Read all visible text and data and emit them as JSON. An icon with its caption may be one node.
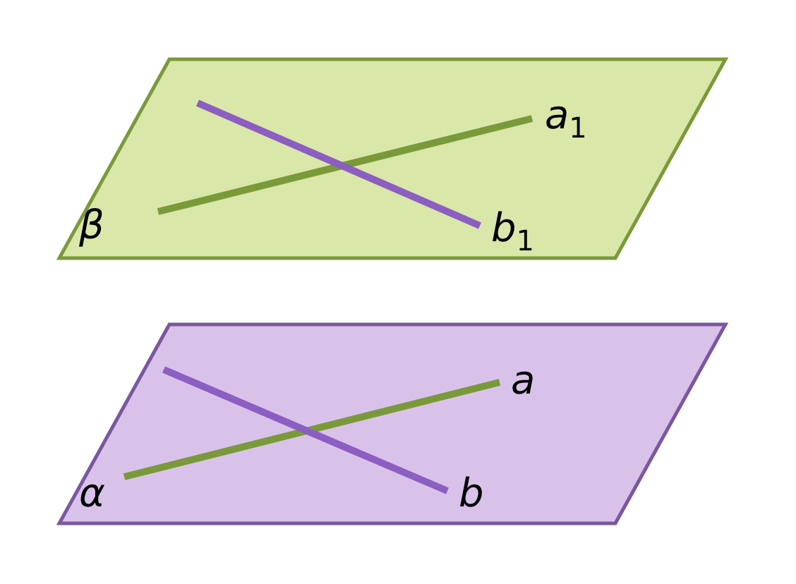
{
  "diagram": {
    "nodes": [
      {
        "text": [
          "β"
        ]
      },
      {
        "text": [
          "α"
        ]
      }
    ],
    "labels": [
      "a$_{1}$",
      "b$_{1}$",
      "a",
      "b"
    ]
  }
}
